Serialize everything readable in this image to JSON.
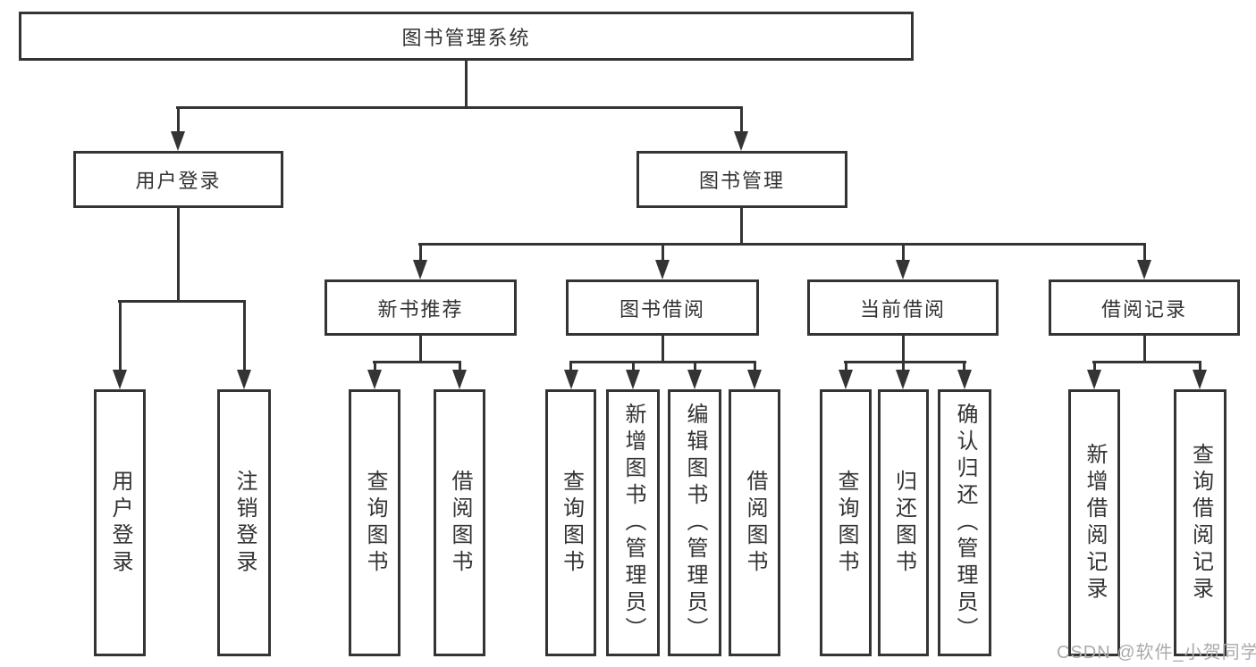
{
  "diagram": {
    "root": {
      "label": "图书管理系统"
    },
    "level2": [
      {
        "key": "user-login",
        "label": "用户登录"
      },
      {
        "key": "book-management",
        "label": "图书管理"
      }
    ],
    "level3": [
      {
        "key": "new-book-recommend",
        "label": "新书推荐"
      },
      {
        "key": "book-borrowing",
        "label": "图书借阅"
      },
      {
        "key": "current-borrowing",
        "label": "当前借阅"
      },
      {
        "key": "borrowing-records",
        "label": "借阅记录"
      }
    ],
    "leaves": {
      "user_login_group": [
        {
          "label": "用户登录"
        },
        {
          "label": "注销登录"
        }
      ],
      "new_book_group": [
        {
          "label": "查询图书"
        },
        {
          "label": "借阅图书"
        }
      ],
      "book_borrowing_group": [
        {
          "label": "查询图书"
        },
        {
          "label": "新增图书（管理员）"
        },
        {
          "label": "编辑图书（管理员）"
        },
        {
          "label": "借阅图书"
        }
      ],
      "current_borrowing_group": [
        {
          "label": "查询图书"
        },
        {
          "label": "归还图书"
        },
        {
          "label": "确认归还（管理员）"
        }
      ],
      "borrowing_records_group": [
        {
          "label": "新增借阅记录"
        },
        {
          "label": "查询借阅记录"
        }
      ]
    },
    "colors": {
      "line": "#343434",
      "text": "#333333",
      "watermark": "#ababab",
      "background": "#ffffff"
    }
  },
  "watermark": {
    "text": "CSDN @软件_小贺同学"
  }
}
